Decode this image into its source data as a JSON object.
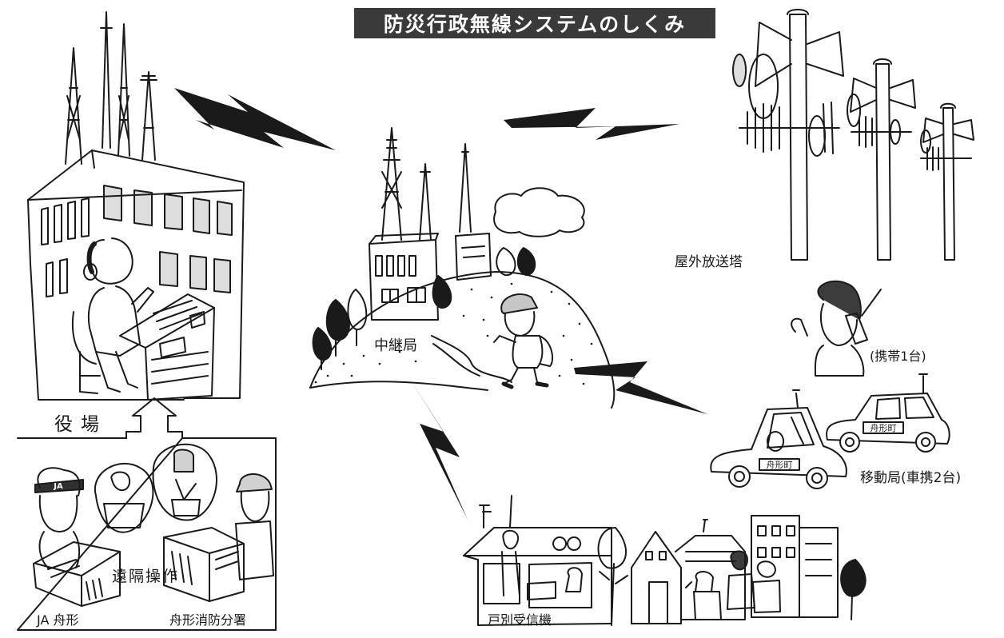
{
  "title": "防災行政無線システムのしくみ",
  "labels": {
    "town_hall": "役場",
    "relay_station": "中継局",
    "outdoor_tower": "屋外放送塔",
    "portable": "(携帯1台)",
    "mobile_station": "移動局(車携2台)",
    "household_receiver": "戸別受信機",
    "remote_operation": "遠隔操作",
    "ja_funagata": "JA 舟形",
    "fire_station": "舟形消防分署"
  },
  "car_labels": {
    "car_front": "舟形町",
    "car_back": "舟形町"
  },
  "badges": {
    "ja_cap": "JA"
  },
  "colors": {
    "ink": "#1a1a1a",
    "title_bg": "#3a3a3a",
    "title_fg": "#ffffff",
    "paper": "#ffffff"
  }
}
